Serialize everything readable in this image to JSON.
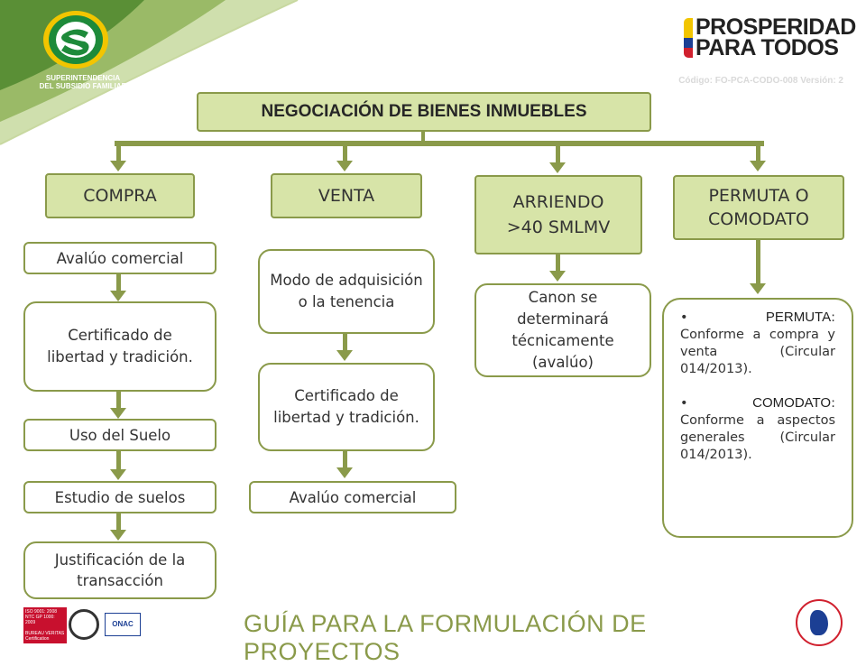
{
  "header": {
    "logo_left_line1": "SUPERINTENDENCIA",
    "logo_left_line2": "DEL SUBSIDIO FAMILIAR",
    "brand_line1": "PROSPERIDAD",
    "brand_line2": "PARA TODOS",
    "code": "Código: FO-PCA-CODO-008 Versión: 2"
  },
  "title": "NEGOCIACIÓN DE BIENES INMUEBLES",
  "branches": {
    "compra": {
      "label": "COMPRA",
      "items": [
        "Avalúo comercial",
        "Certificado de libertad y tradición.",
        "Uso del Suelo",
        "Estudio de suelos",
        "Justificación de la transacción"
      ]
    },
    "venta": {
      "label": "VENTA",
      "items": [
        "Modo de adquisición o la tenencia",
        "Certificado de libertad y tradición.",
        "Avalúo comercial"
      ]
    },
    "arriendo": {
      "label": "ARRIENDO >40 SMLMV",
      "items": [
        "Canon se determinará técnicamente (avalúo)"
      ]
    },
    "permuta": {
      "label": "PERMUTA O COMODATO",
      "permuta_head": "PERMUTA",
      "permuta_text": ": Conforme a compra y venta (Circular 014/2013).",
      "comodato_head": "COMODATO",
      "comodato_text": ": Conforme a aspectos generales (Circular 014/2013)."
    }
  },
  "footer": {
    "title": "GUÍA PARA LA FORMULACIÓN DE PROYECTOS",
    "cert1": "ISO 9001: 2008",
    "cert2": "NTC GP 1000: 2009",
    "cert3": "BUREAU VERITAS",
    "cert4": "Certification",
    "onac": "ONAC"
  },
  "colors": {
    "accent": "#8a9a4a",
    "fill": "#d7e4a8",
    "logo_green": "#1e8a3a",
    "brand_yellow": "#f2c500",
    "brand_blue": "#1c3f94",
    "brand_red": "#d0202e"
  }
}
